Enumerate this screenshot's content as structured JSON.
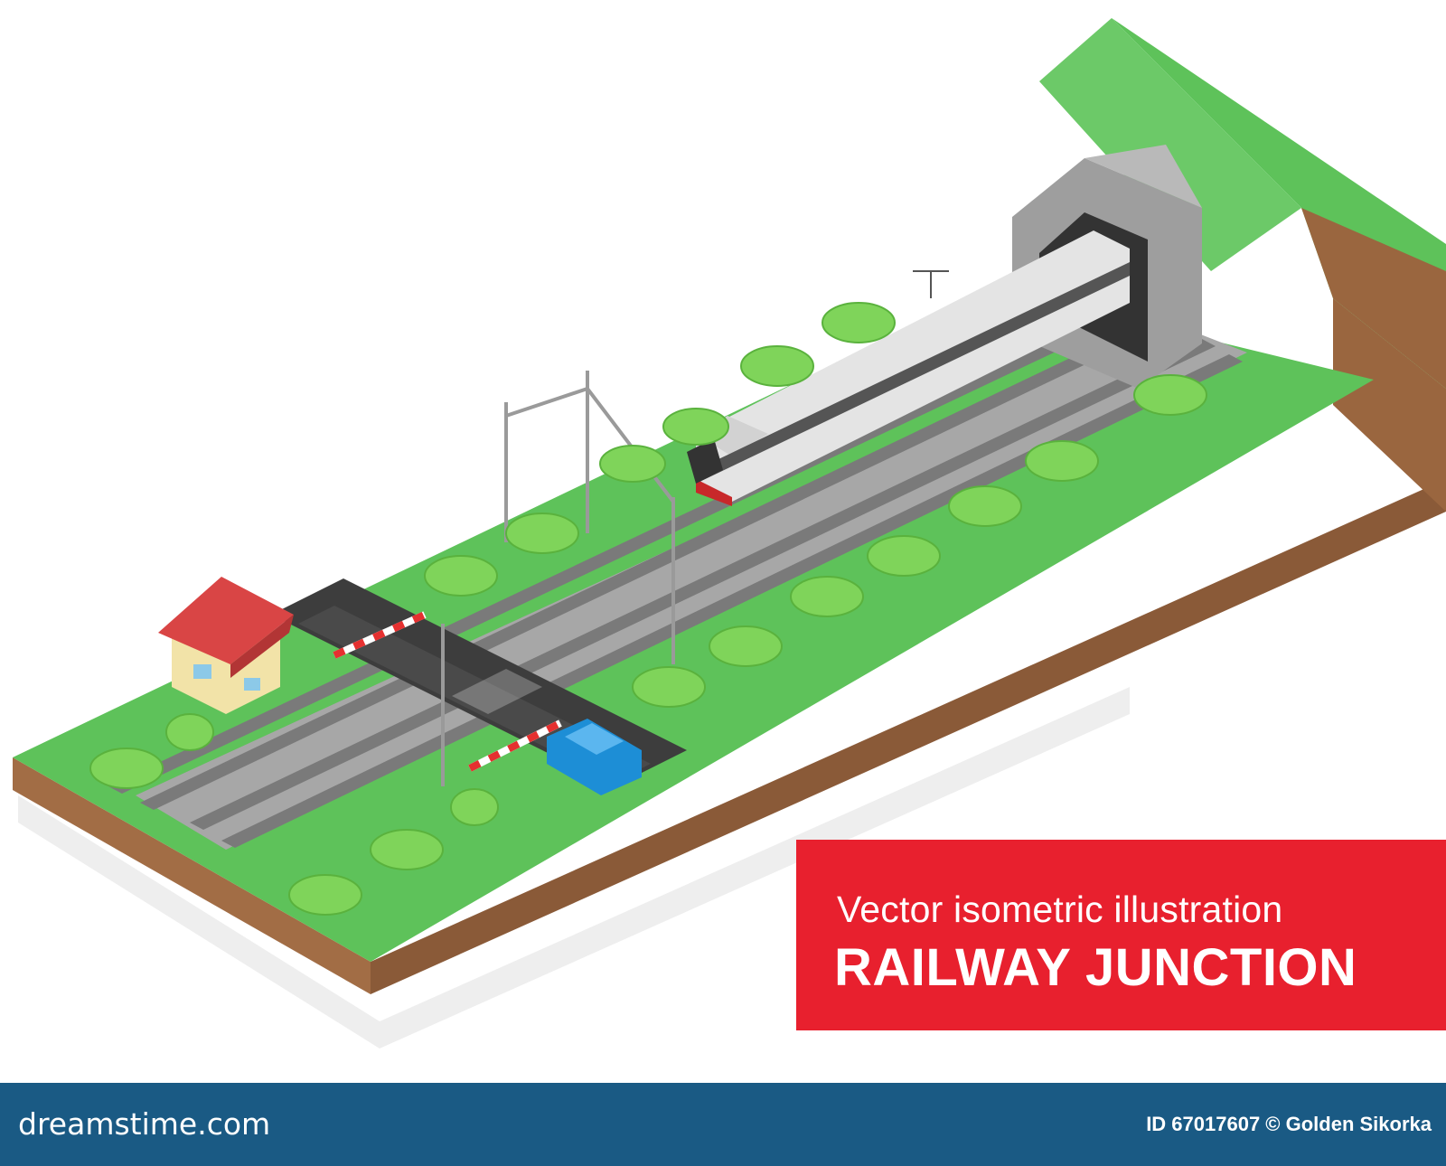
{
  "title_box": {
    "subtitle": "Vector isometric illustration",
    "title": "RAILWAY JUNCTION",
    "background": "#e8202e"
  },
  "footer": {
    "brand": "dreamstime.com",
    "image_credit": "ID 67017607 © Golden Sikorka",
    "background": "#1a5a84"
  },
  "colors": {
    "grass": "#5ec25a",
    "soil": "#a26d45",
    "ballast": "#a7a7a7",
    "road": "#3d3d3d",
    "house_roof": "#d94545",
    "car": "#1d8ed6",
    "train": "#e4e4e4"
  }
}
